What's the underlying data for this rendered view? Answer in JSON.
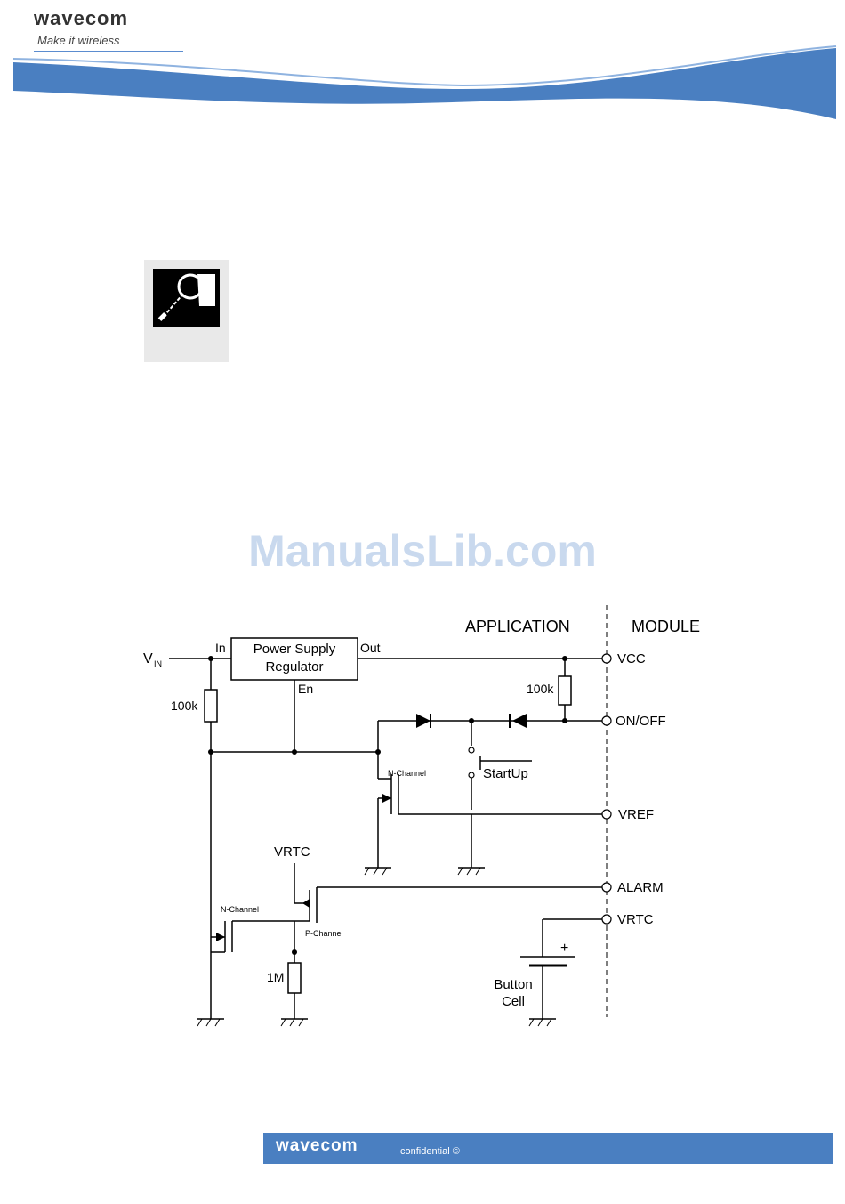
{
  "header": {
    "brand": "wavecom",
    "tagline": "Make it wireless",
    "accent_color": "#4a7fc1"
  },
  "note_icon": "magnifier-note-icon",
  "watermark": "ManualsLib.com",
  "schematic": {
    "region_application": "APPLICATION",
    "region_module": "MODULE",
    "vin_label": "V",
    "vin_sub": "IN",
    "regulator_line1": "Power Supply",
    "regulator_line2": "Regulator",
    "pin_in": "In",
    "pin_out": "Out",
    "pin_en": "En",
    "resistor_100k_left": "100k",
    "resistor_100k_right": "100k",
    "resistor_1m": "1M",
    "startup": "StartUp",
    "nchannel_top": "N-Channel",
    "nchannel_bottom": "N-Channel",
    "pchannel": "P-Channel",
    "vrtc_supply": "VRTC",
    "battery_plus": "+",
    "battery_label_1": "Button",
    "battery_label_2": "Cell",
    "pins": {
      "vcc": "VCC",
      "onoff": "ON/OFF",
      "vref": "VREF",
      "alarm": "ALARM",
      "vrtc": "VRTC"
    }
  },
  "footer": {
    "brand": "wavecom",
    "confidential": "confidential ©"
  }
}
